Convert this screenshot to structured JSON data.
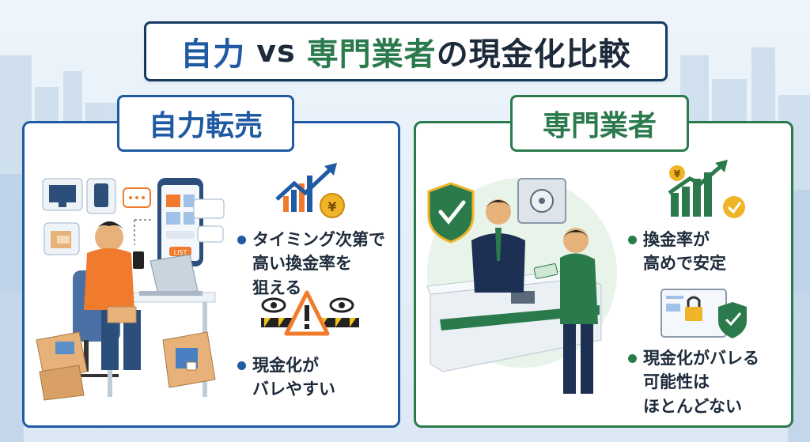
{
  "title": {
    "part1": "自力",
    "vs": "vs",
    "part2": "専門業者",
    "part3": "の現金化比較"
  },
  "left_panel": {
    "label": "自力転売",
    "points": [
      {
        "lines": [
          "タイミング次第で",
          "高い換金率を",
          "狙える"
        ]
      },
      {
        "lines": [
          "現金化が",
          "バレやすい"
        ]
      }
    ],
    "phone_button": "LIST"
  },
  "right_panel": {
    "label": "専門業者",
    "points": [
      {
        "lines": [
          "換金率が",
          "高めで安定"
        ]
      },
      {
        "lines": [
          "現金化がバレる",
          "可能性は",
          "ほとんどない"
        ]
      }
    ]
  },
  "colors": {
    "blue": "#1f5aa3",
    "green": "#2b7a4b",
    "navy": "#163a60",
    "orange": "#f07b2d",
    "gold": "#f0b429"
  }
}
